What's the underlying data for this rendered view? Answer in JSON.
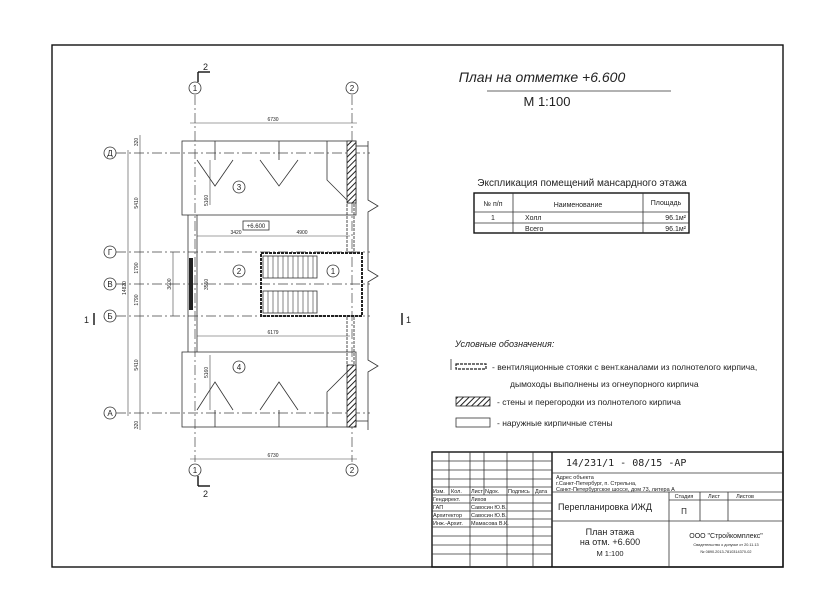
{
  "title": "План на отметке +6.600",
  "scale": "М 1:100",
  "section_marks": [
    "2",
    "2",
    "1",
    "1"
  ],
  "axes": {
    "columns": [
      "1",
      "2"
    ],
    "rows": [
      "Д",
      "Г",
      "В",
      "Б",
      "А"
    ]
  },
  "dimensions": {
    "top": "6730",
    "bottom": "6730",
    "inner_left": "3420",
    "inner_right": "4900",
    "corridor": "6179",
    "level_mark": "+6.600",
    "left_total": "14820",
    "left_upper": "5410",
    "left_lower": "5410",
    "left_mid1": "1790",
    "left_mid2": "1790",
    "edge_top": "320",
    "edge_bottom": "320",
    "room_upper_h": "5160",
    "room_lower_h": "5160",
    "corridor_h": "3550",
    "window": "3600"
  },
  "rooms": [
    "1",
    "2",
    "3",
    "4"
  ],
  "explication": {
    "title": "Экспликация помещений мансардного этажа",
    "headers": [
      "№ п/п",
      "Наименование",
      "Площадь"
    ],
    "rows": [
      {
        "num": "1",
        "name": "Холл",
        "area": "96.1м²"
      },
      {
        "num": "",
        "name": "Всего",
        "area": "96.1м²"
      }
    ]
  },
  "legend": {
    "title": "Условные обозначения:",
    "items": [
      {
        "icon": "ventilation-riser-icon",
        "text": "- вентиляционные стояки с вент.каналами из полнотелого кирпича,",
        "text2": "дымоходы выполнены из огнеупорного кирпича"
      },
      {
        "icon": "hatched-wall-icon",
        "text": "- стены и перегородки из полнотелого кирпича"
      },
      {
        "icon": "outer-wall-icon",
        "text": "- наружные кирпичные стены"
      }
    ]
  },
  "title_block": {
    "code": "14/231/1 - 08/15 -АР",
    "address_label": "Адрес объекта",
    "address_line1": "г.Санкт-Петербург, п. Стрельна,",
    "address_line2": "Санкт-Петербургское шоссе, дом 73, литера А",
    "project": "Перепланировка ИЖД",
    "sheet_title_1": "План этажа",
    "sheet_title_2": "на отм. +6.600",
    "sheet_scale": "М 1:100",
    "stage_label": "Стадия",
    "sheet_label": "Лист",
    "sheets_label": "Листов",
    "stage": "П",
    "company": "ООО \"Стройкомплекс\"",
    "company_cert_1": "Свидетельство о допуске от 20.11.13",
    "company_cert_2": "№ 0890.2013-7810314370-02",
    "columns": [
      "Изм.",
      "Кол.",
      "Лист",
      "Nдок.",
      "Подпись",
      "Дата"
    ],
    "staff": [
      {
        "role": "Гендирект.",
        "name": "Лихов"
      },
      {
        "role": "ГАП",
        "name": "Савосин Ю.В."
      },
      {
        "role": "Архитектор",
        "name": "Савосин Ю.В."
      },
      {
        "role": "Инж.-Архит.",
        "name": "Мамасова В.К."
      }
    ]
  }
}
